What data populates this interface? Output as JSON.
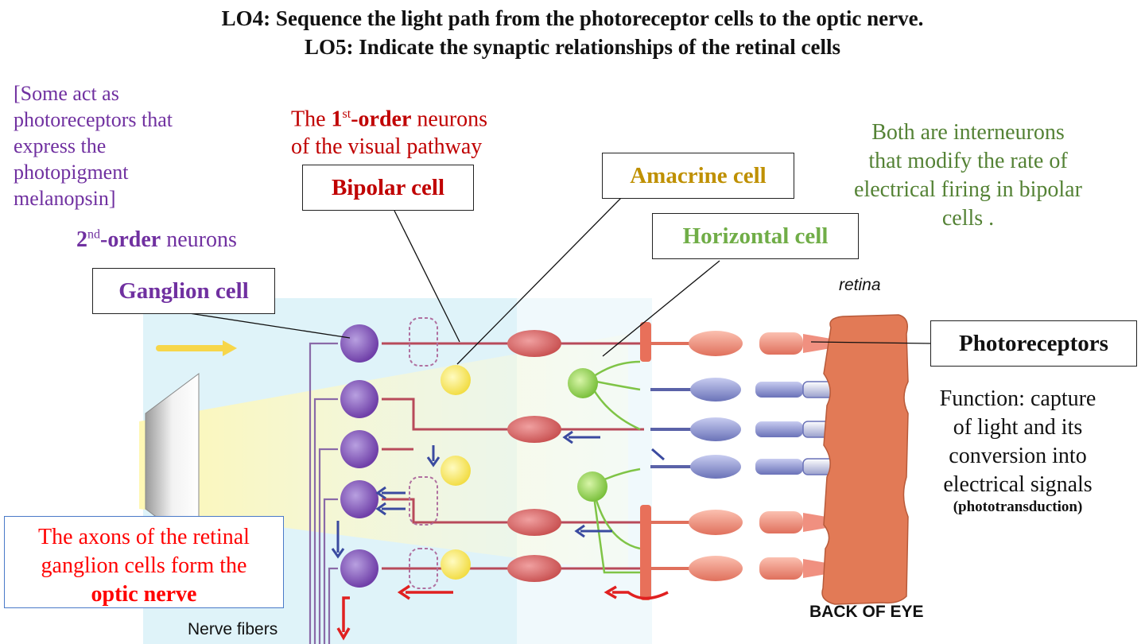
{
  "title": {
    "line1": "LO4: Sequence the light path from the photoreceptor cells to the optic nerve.",
    "line2": "LO5: Indicate the synaptic relationships of the retinal cells"
  },
  "notes": {
    "melanopsin": [
      "[Some act as",
      "photoreceptors that",
      "express the",
      "photopigment",
      "melanopsin]"
    ],
    "first_order": {
      "prefix": "The ",
      "num": "1",
      "sup": "st",
      "bold": "-order",
      "suffix": " neurons",
      "line2": "of the visual pathway"
    },
    "second_order": {
      "num": "2",
      "sup": "nd",
      "bold": "-order",
      "suffix": " neurons"
    },
    "interneurons": [
      "Both are interneurons",
      "that modify the rate of",
      "electrical firing in bipolar",
      "cells ."
    ],
    "function": [
      "Function: capture",
      "of light and its",
      "conversion into",
      "electrical signals"
    ],
    "phototransduction": "(phototransduction)",
    "optic_nerve": {
      "line1": "The axons of the retinal",
      "line2": "ganglion cells form the",
      "bold": "optic nerve"
    }
  },
  "labels": {
    "bipolar": "Bipolar cell",
    "amacrine": "Amacrine cell",
    "horizontal": "Horizontal cell",
    "ganglion": "Ganglion cell",
    "photoreceptors": "Photoreceptors",
    "retina": "retina",
    "back_of_eye": "BACK OF EYE",
    "nerve_fibers": "Nerve fibers"
  },
  "colors": {
    "purple": "#7030a0",
    "dark_red": "#c00000",
    "red": "#ff0000",
    "gold": "#bf9000",
    "green": "#70ad47",
    "olive": "#548235",
    "ganglion_cell": "#8e62b8",
    "bipolar_cell": "#d45a5a",
    "amacrine_cell": "#f5e34a",
    "horizontal_cell": "#8ed14a",
    "rod_cell": "#7f86c8",
    "cone_cell": "#ee8a76",
    "pigment_epithelium": "#e8825f"
  }
}
